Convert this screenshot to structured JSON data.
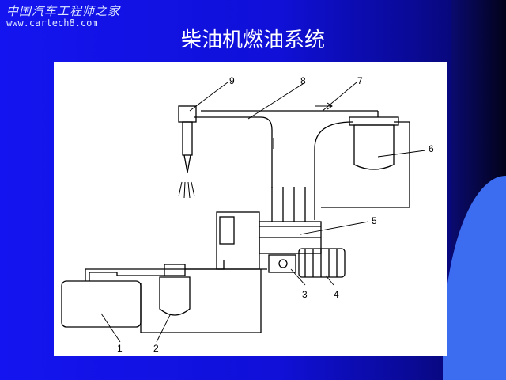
{
  "watermark": {
    "line1": "中国汽车工程师之家",
    "line2": "www.cartech8.com"
  },
  "slide": {
    "title": "柴油机燃油系统"
  },
  "diagram": {
    "labels": [
      "1",
      "2",
      "3",
      "4",
      "5",
      "6",
      "7",
      "8",
      "9"
    ]
  }
}
